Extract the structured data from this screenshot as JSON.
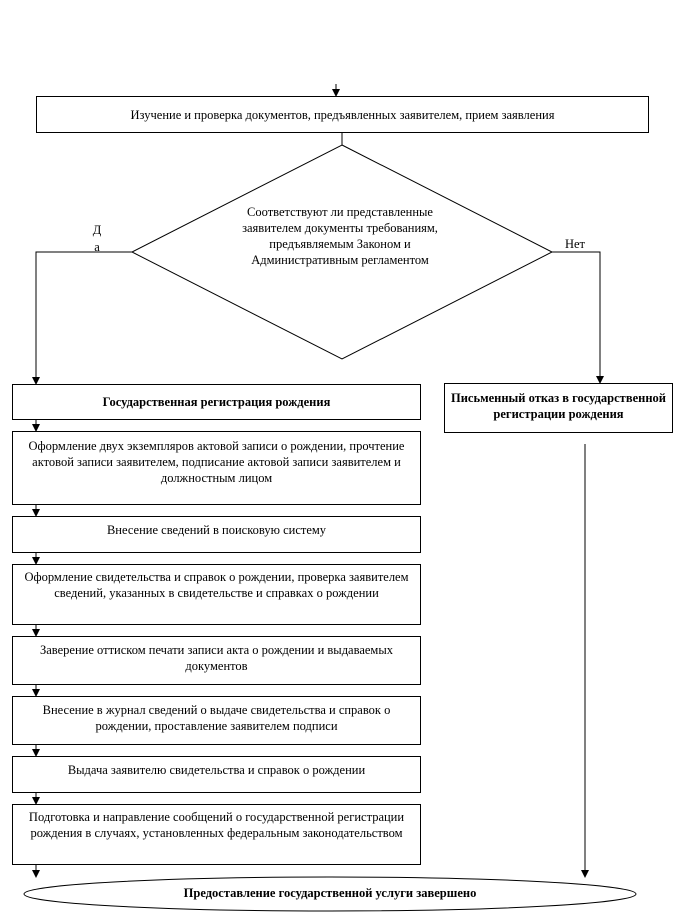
{
  "flowchart": {
    "start_step": "Изучение и проверка документов, предъявленных заявителем, прием заявления",
    "decision": "Соответствуют ли представленные заявителем документы требованиям, предъявляемым Законом и Административным регламентом",
    "yes_label": "Да",
    "no_label": "Нет",
    "yes_branch_title": "Государственная регистрация рождения",
    "no_branch_title": "Письменный отказ в государственной регистрации рождения",
    "steps": [
      "Оформление двух экземпляров актовой записи о рождении, прочтение актовой записи заявителем, подписание актовой записи заявителем и должностным лицом",
      "Внесение сведений в поисковую систему",
      "Оформление свидетельства и справок о рождении, проверка заявителем сведений, указанных в свидетельстве и справках о рождении",
      "Заверение оттиском печати записи акта о рождении и выдаваемых документов",
      "Внесение в журнал сведений о выдаче свидетельства и справок о рождении, проставление заявителем подписи",
      "Выдача заявителю свидетельства и справок о рождении",
      "Подготовка и направление сообщений о государственной регистрации рождения в случаях, установленных федеральным законодательством"
    ],
    "end_step": "Предоставление государственной услуги завершено"
  }
}
